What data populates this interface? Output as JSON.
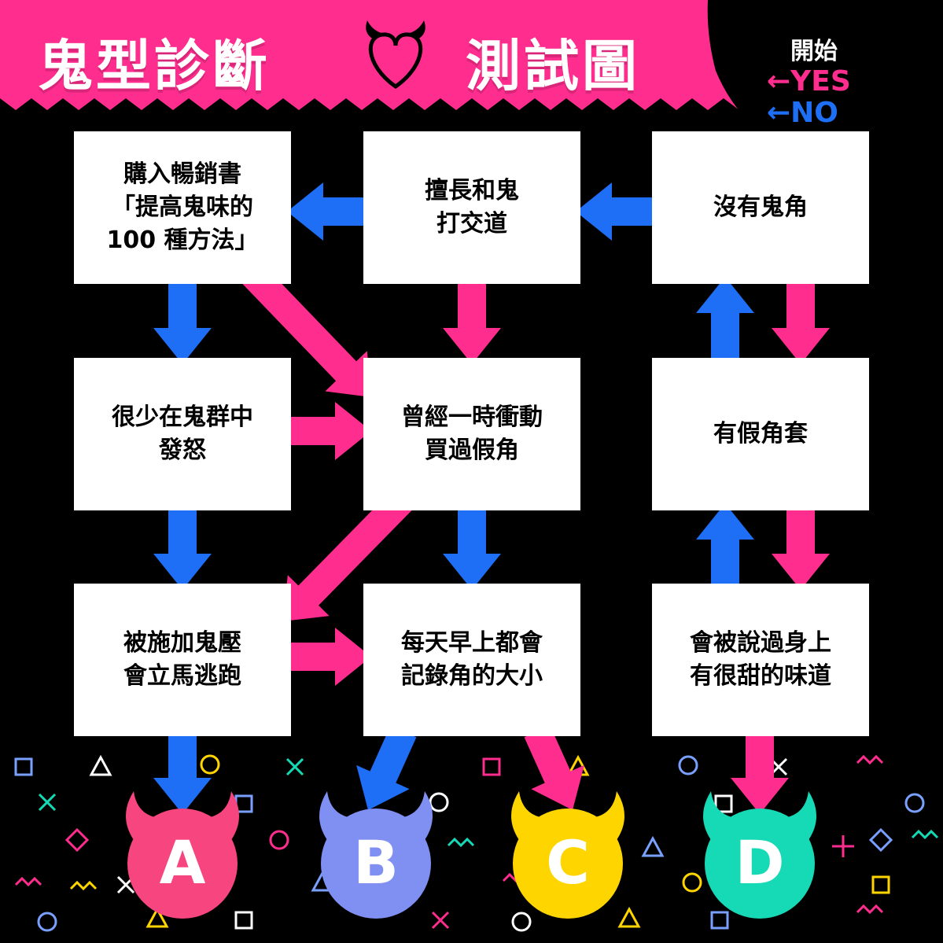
{
  "header": {
    "title_left": "鬼型診斷",
    "title_right": "測試圖",
    "heart_icon": "heart-with-horns-icon"
  },
  "legend": {
    "start_label": "開始",
    "yes_label": "←YES",
    "no_label": "←NO",
    "yes_color": "#ff2d8e",
    "no_color": "#1e6ff5"
  },
  "colors": {
    "pink": "#ff2d8e",
    "blue": "#1e6ff5",
    "background": "#000000"
  },
  "boxes": {
    "no_horns": {
      "lines": [
        "沒有鬼角"
      ]
    },
    "good_with_ghosts": {
      "lines": [
        "擅長和鬼",
        "打交道"
      ]
    },
    "bought_bestseller": {
      "lines": [
        "購入暢銷書",
        "「提高鬼味的",
        "100 種方法」"
      ]
    },
    "fake_horn_cover": {
      "lines": [
        "有假角套"
      ]
    },
    "impulse_bought": {
      "lines": [
        "曾經一時衝動",
        "買過假角"
      ]
    },
    "rarely_angry": {
      "lines": [
        "很少在鬼群中",
        "發怒"
      ]
    },
    "sweet_smell": {
      "lines": [
        "會被說過身上",
        "有很甜的味道"
      ]
    },
    "measure_horns": {
      "lines": [
        "每天早上都會",
        "記錄角的大小"
      ]
    },
    "ghost_pressure": {
      "lines": [
        "被施加鬼壓",
        "會立馬逃跑"
      ]
    }
  },
  "results": [
    {
      "letter": "A",
      "color": "#f7457f"
    },
    {
      "letter": "B",
      "color": "#7f8ff2"
    },
    {
      "letter": "C",
      "color": "#ffd500"
    },
    {
      "letter": "D",
      "color": "#16d9b5"
    }
  ]
}
